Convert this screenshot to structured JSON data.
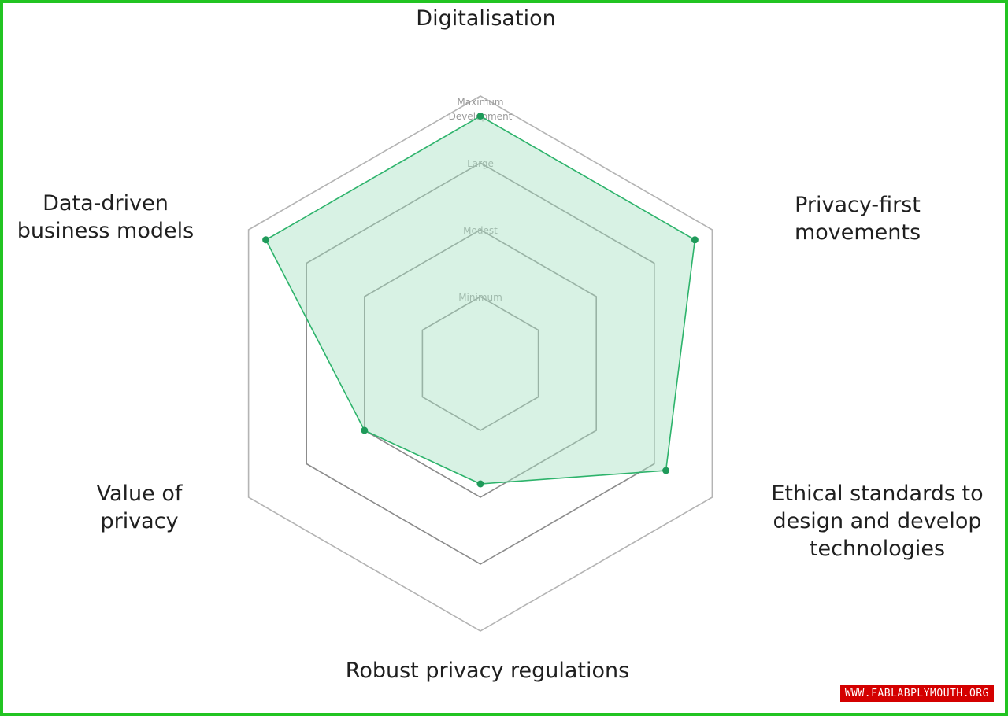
{
  "chart_data": {
    "type": "radar",
    "title": "",
    "axes": [
      {
        "label_lines": [
          "Digitalisation"
        ]
      },
      {
        "label_lines": [
          "Privacy-first",
          "movements"
        ]
      },
      {
        "label_lines": [
          "Ethical standards to",
          "design and develop",
          "technologies"
        ]
      },
      {
        "label_lines": [
          "Robust privacy regulations"
        ]
      },
      {
        "label_lines": [
          "Value of",
          "privacy"
        ]
      },
      {
        "label_lines": [
          "Data-driven",
          "business models"
        ]
      }
    ],
    "scale": {
      "levels": [
        "Minimum",
        "Modest",
        "Large",
        "Maximum Development"
      ],
      "level_label_lines": [
        [
          "Minimum"
        ],
        [
          "Modest"
        ],
        [
          "Large"
        ],
        [
          "Maximum",
          "Development"
        ]
      ],
      "min": 0,
      "max": 4
    },
    "series": [
      {
        "values": [
          3.7,
          3.7,
          3.2,
          1.8,
          2.0,
          3.7
        ],
        "color": "#2db36b",
        "fill": "#a8e2c4",
        "point_color": "#1f9a5a"
      }
    ],
    "grid": true,
    "legend": "none"
  },
  "watermark": "WWW.FABLABPLYMOUTH.ORG",
  "colors": {
    "border": "#22c422",
    "grid": "#8c8c8c",
    "outer_grid": "#b4b4b4",
    "watermark_bg": "#d40000"
  }
}
